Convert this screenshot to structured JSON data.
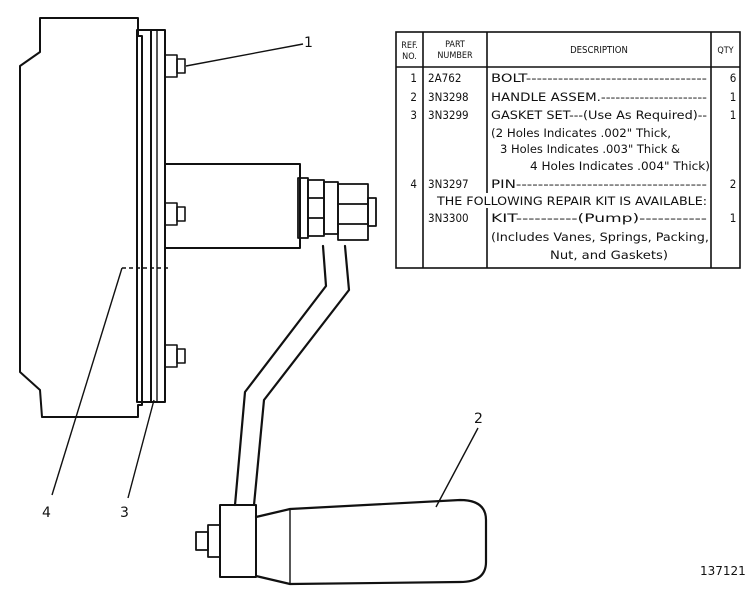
{
  "table": {
    "headers": {
      "ref_no_line1": "REF.",
      "ref_no_line2": "NO.",
      "part_number_line1": "PART",
      "part_number_line2": "NUMBER",
      "description": "DESCRIPTION",
      "qty": "QTY"
    },
    "rows": [
      {
        "ref": "1",
        "part": "2A762",
        "description": "BOLT----------------------------------",
        "qty": "6"
      },
      {
        "ref": "2",
        "part": "3N3298",
        "description": "HANDLE ASSEM.----------------------",
        "qty": "1"
      },
      {
        "ref": "3",
        "part": "3N3299",
        "description": "GASKET SET---(Use As Required)--",
        "qty": "1"
      },
      {
        "ref": "",
        "part": "",
        "description": "(2 Holes Indicates .002\" Thick,",
        "qty": ""
      },
      {
        "ref": "",
        "part": "",
        "description": "3 Holes Indicates .003\" Thick &",
        "qty": ""
      },
      {
        "ref": "",
        "part": "",
        "description": "4 Holes Indicates .004\" Thick)",
        "qty": ""
      },
      {
        "ref": "4",
        "part": "3N3297",
        "description": "PIN-----------------------------------",
        "qty": "2"
      },
      {
        "ref": "",
        "part": "",
        "description": "THE FOLLOWING REPAIR KIT IS AVAILABLE:",
        "qty": ""
      },
      {
        "ref": "",
        "part": "3N3300",
        "description": "KIT----------(Pump)-----------",
        "qty": "1"
      },
      {
        "ref": "",
        "part": "",
        "description": "(Includes Vanes, Springs, Packing,",
        "qty": ""
      },
      {
        "ref": "",
        "part": "",
        "description": "Nut, and Gaskets)",
        "qty": ""
      }
    ]
  },
  "callouts": {
    "c1": "1",
    "c2": "2",
    "c3": "3",
    "c4": "4"
  },
  "figure_number": "137121"
}
